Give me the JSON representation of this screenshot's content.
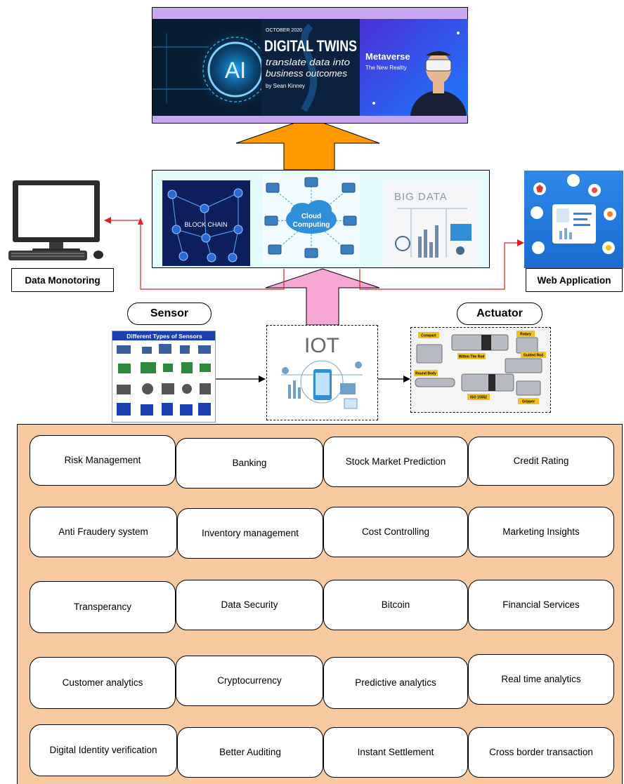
{
  "banner": {
    "ai_text": "AI",
    "dt_date": "OCTOBER 2020",
    "dt_title": "DIGITAL TWINS",
    "dt_sub1": "translate data into",
    "dt_sub2": "business outcomes",
    "dt_author": "by Sean Kinney",
    "mv_title": "Metaverse",
    "mv_sub": "The New Reality"
  },
  "tech": {
    "blockchain": "BLOCK CHAIN",
    "cloud_line1": "Cloud",
    "cloud_line2": "Computing",
    "bigdata": "BIG DATA"
  },
  "left_label": "Data Monotoring",
  "right_label": "Web Application",
  "sensor_label": "Sensor",
  "sensor_img_title": "Different Types of Sensors",
  "actuator_label": "Actuator",
  "actuator_tags": [
    "Compact",
    "Rotary",
    "Within The Rod",
    "Guided Rod",
    "Round Body",
    "ISO 15552",
    "Gripper"
  ],
  "iot_label": "IOT",
  "applications": [
    [
      "Risk Management",
      "Banking",
      "Stock Market Prediction",
      "Credit Rating"
    ],
    [
      "Anti Fraudery system",
      "Inventory management",
      "Cost Controlling",
      "Marketing Insights"
    ],
    [
      "Transperancy",
      "Data Security",
      "Bitcoin",
      "Financial Services"
    ],
    [
      "Customer analytics",
      "Cryptocurrency",
      "Predictive analytics",
      "Real time analytics"
    ],
    [
      "Digital Identity verification",
      "Better Auditing",
      "Instant Settlement",
      "Cross border transaction"
    ]
  ],
  "colors": {
    "orange_arrow": "#ff9900",
    "pink_arrow": "#f7a6d6",
    "red_connector": "#e02020",
    "app_area": "#f9c9a0",
    "banner_frame": "#c9a6f0",
    "tech_box": "#e4fbfc"
  }
}
